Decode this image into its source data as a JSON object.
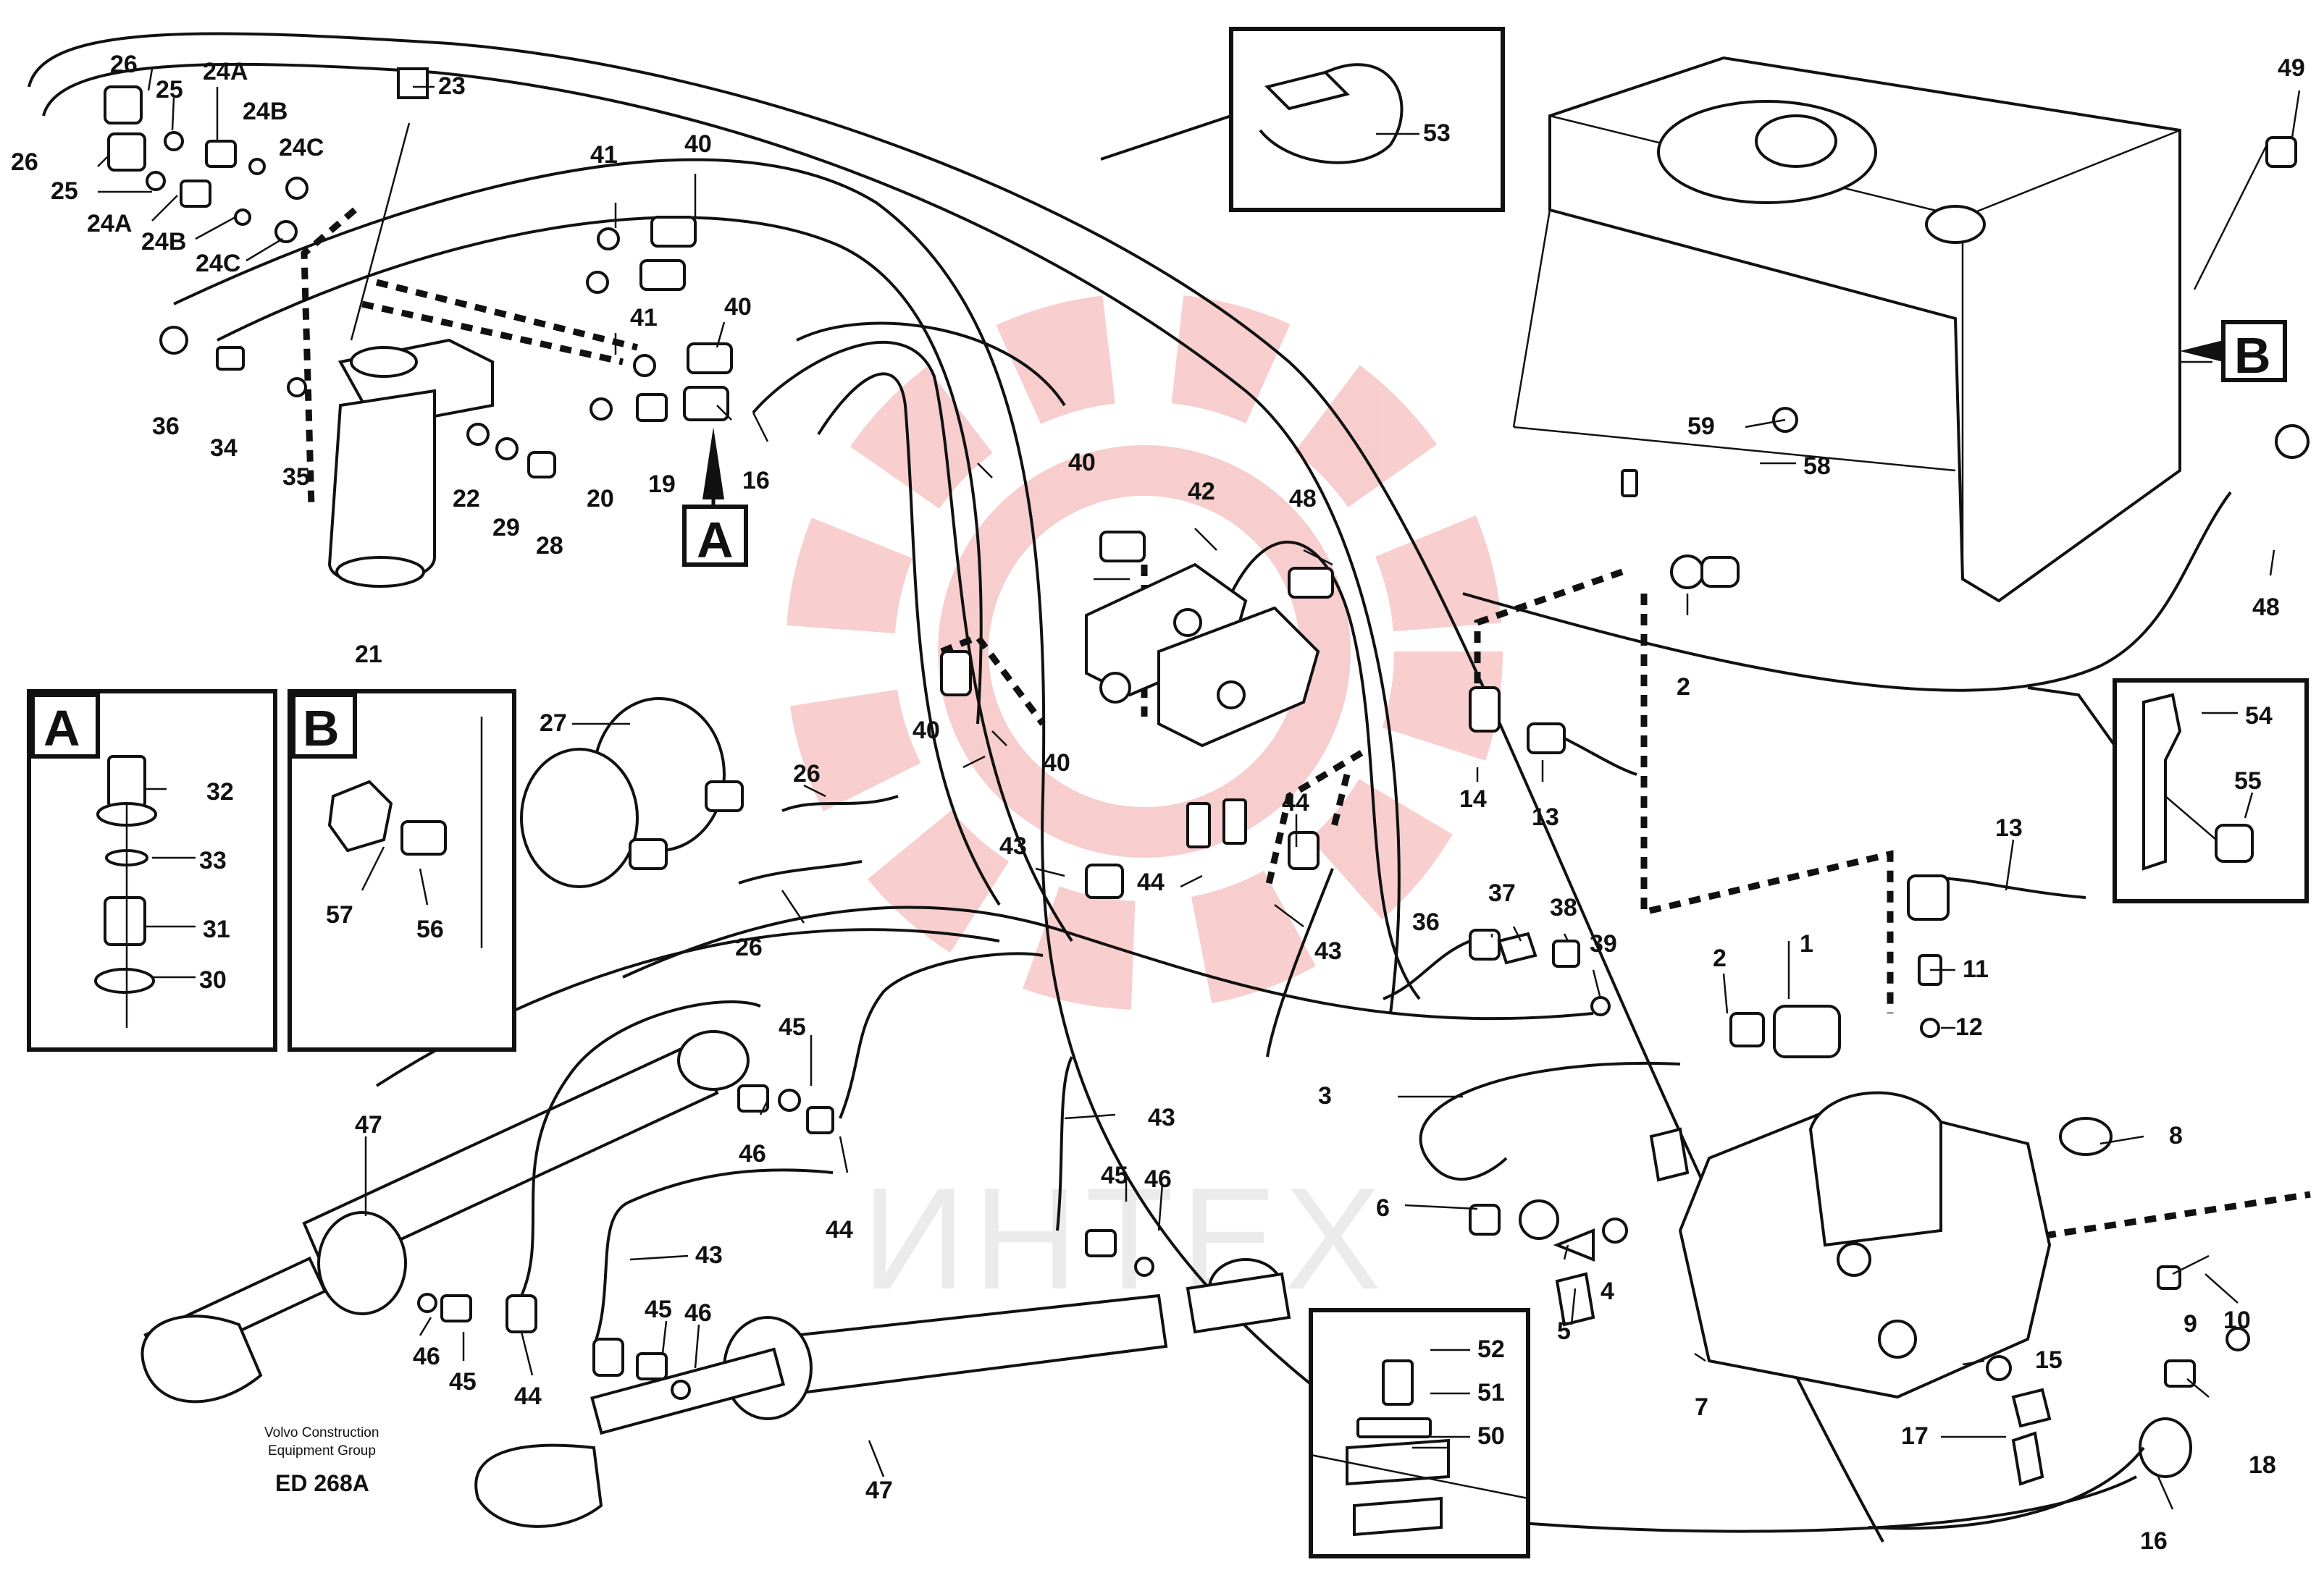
{
  "credit": {
    "line1": "Volvo Construction",
    "line2": "Equipment Group",
    "code": "ED 268A"
  },
  "watermark": {
    "text": "ИНТЕХ",
    "color": "#f2a5a5"
  },
  "detail_views": {
    "A": {
      "label": "A",
      "parts": [
        "32",
        "33",
        "31",
        "30"
      ]
    },
    "B": {
      "label": "B",
      "parts": [
        "57",
        "56"
      ]
    },
    "clip_53": {
      "parts": [
        "53"
      ]
    },
    "bracket_54": {
      "parts": [
        "54",
        "55"
      ]
    },
    "clamp_50": {
      "parts": [
        "52",
        "51",
        "50"
      ]
    }
  },
  "callouts": {
    "A": "A",
    "B": "B",
    "p1": "1",
    "p2a": "2",
    "p2b": "2",
    "p3": "3",
    "p4": "4",
    "p5": "5",
    "p6": "6",
    "p7": "7",
    "p8": "8",
    "p9": "9",
    "p10": "10",
    "p11": "11",
    "p12": "12",
    "p13a": "13",
    "p13b": "13",
    "p14": "14",
    "p15": "15",
    "p16a": "16",
    "p16b": "16",
    "p17": "17",
    "p18": "18",
    "p19": "19",
    "p20": "20",
    "p21": "21",
    "p22": "22",
    "p23": "23",
    "p24a1": "24A",
    "p24a2": "24A",
    "p24b1": "24B",
    "p24b2": "24B",
    "p24c1": "24C",
    "p24c2": "24C",
    "p25a": "25",
    "p25b": "25",
    "p26a": "26",
    "p26b": "26",
    "p26c": "26",
    "p26d": "26",
    "p27": "27",
    "p28": "28",
    "p29": "29",
    "p30": "30",
    "p31": "31",
    "p32": "32",
    "p33": "33",
    "p34": "34",
    "p35": "35",
    "p36a": "36",
    "p36b": "36",
    "p37": "37",
    "p38": "38",
    "p39": "39",
    "p40a": "40",
    "p40b": "40",
    "p40c": "40",
    "p40d": "40",
    "p40e": "40",
    "p41a": "41",
    "p41b": "41",
    "p42": "42",
    "p43a": "43",
    "p43b": "43",
    "p43c": "43",
    "p43d": "43",
    "p44a": "44",
    "p44b": "44",
    "p44c": "44",
    "p44d": "44",
    "p45a": "45",
    "p45b": "45",
    "p45c": "45",
    "p45d": "45",
    "p46a": "46",
    "p46b": "46",
    "p46c": "46",
    "p46d": "46",
    "p47a": "47",
    "p47b": "47",
    "p48a": "48",
    "p48b": "48",
    "p49": "49",
    "p50": "50",
    "p51": "51",
    "p52": "52",
    "p53": "53",
    "p54": "54",
    "p55": "55",
    "p56": "56",
    "p57": "57",
    "p58": "58",
    "p59": "59"
  }
}
